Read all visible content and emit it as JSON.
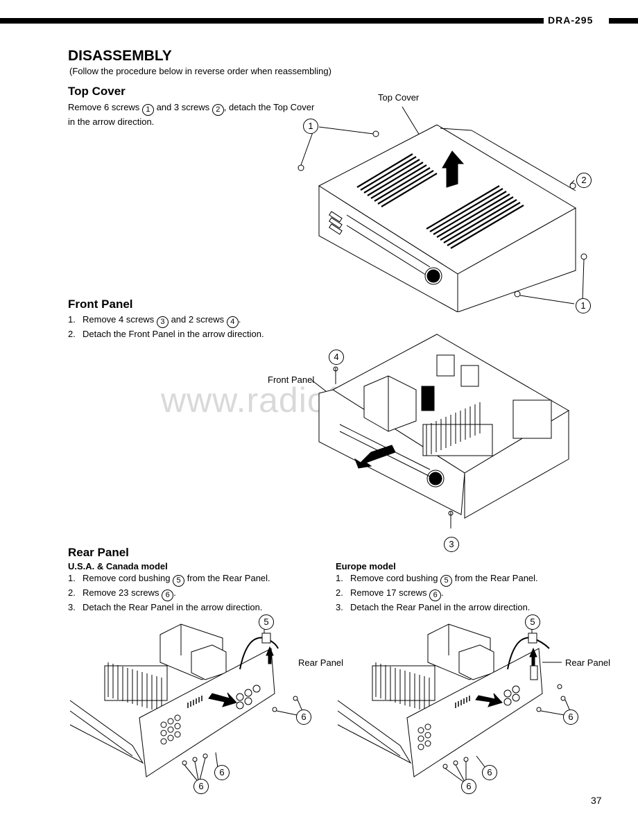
{
  "header": {
    "model": "DRA-295"
  },
  "title": "DISASSEMBLY",
  "subtitle": "(Follow the procedure below in reverse order when reassembling)",
  "top_cover": {
    "heading": "Top Cover",
    "text_a": "Remove 6 screws",
    "ref_a": "1",
    "text_b": "and 3 screws",
    "ref_b": "2",
    "text_c": ", detach the Top Cover",
    "text_d": "in the arrow direction.",
    "fig_label": "Top Cover",
    "callouts": [
      "1",
      "2",
      "1"
    ]
  },
  "front_panel": {
    "heading": "Front Panel",
    "steps": [
      {
        "num": "1.",
        "a": "Remove 4 screws",
        "ref1": "3",
        "b": "and 2 screws",
        "ref2": "4",
        "c": "."
      },
      {
        "num": "2.",
        "text": "Detach the Front Panel in the arrow direction."
      }
    ],
    "fig_label": "Front Panel",
    "callouts": [
      "4",
      "3"
    ]
  },
  "watermark": "www.radiofans.cn",
  "rear_panel": {
    "heading": "Rear Panel",
    "usa": {
      "subheading": "U.S.A. & Canada model",
      "steps": [
        {
          "num": "1.",
          "a": "Remove cord bushing",
          "ref": "5",
          "b": "from the Rear Panel."
        },
        {
          "num": "2.",
          "a": "Remove 23 screws",
          "ref": "6",
          "b": "."
        },
        {
          "num": "3.",
          "text": "Detach the Rear Panel in the arrow direction."
        }
      ],
      "fig_label": "Rear Panel",
      "callouts": [
        "5",
        "6",
        "6",
        "6"
      ]
    },
    "europe": {
      "subheading": "Europe model",
      "steps": [
        {
          "num": "1.",
          "a": "Remove cord bushing",
          "ref": "5",
          "b": "from the Rear Panel."
        },
        {
          "num": "2.",
          "a": "Remove 17 screws",
          "ref": "6",
          "b": "."
        },
        {
          "num": "3.",
          "text": "Detach the Rear Panel in the arrow direction."
        }
      ],
      "fig_label": "Rear Panel",
      "callouts": [
        "5",
        "6",
        "6",
        "6"
      ]
    }
  },
  "page_number": "37"
}
